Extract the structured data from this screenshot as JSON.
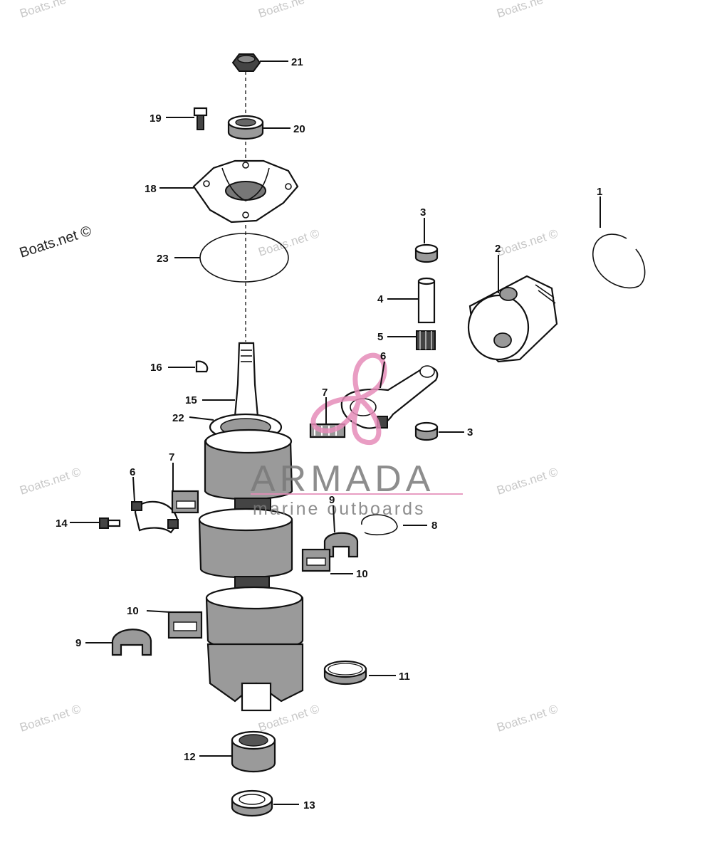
{
  "diagram": {
    "callouts": [
      {
        "id": "c1",
        "text": "1"
      },
      {
        "id": "c2",
        "text": "2"
      },
      {
        "id": "c3a",
        "text": "3"
      },
      {
        "id": "c3b",
        "text": "3"
      },
      {
        "id": "c4",
        "text": "4"
      },
      {
        "id": "c5",
        "text": "5"
      },
      {
        "id": "c6a",
        "text": "6"
      },
      {
        "id": "c6b",
        "text": "6"
      },
      {
        "id": "c7a",
        "text": "7"
      },
      {
        "id": "c7b",
        "text": "7"
      },
      {
        "id": "c8",
        "text": "8"
      },
      {
        "id": "c9a",
        "text": "9"
      },
      {
        "id": "c9b",
        "text": "9"
      },
      {
        "id": "c10a",
        "text": "10"
      },
      {
        "id": "c10b",
        "text": "10"
      },
      {
        "id": "c11",
        "text": "11"
      },
      {
        "id": "c12",
        "text": "12"
      },
      {
        "id": "c13",
        "text": "13"
      },
      {
        "id": "c14",
        "text": "14"
      },
      {
        "id": "c15",
        "text": "15"
      },
      {
        "id": "c16",
        "text": "16"
      },
      {
        "id": "c18",
        "text": "18"
      },
      {
        "id": "c19",
        "text": "19"
      },
      {
        "id": "c20",
        "text": "20"
      },
      {
        "id": "c21",
        "text": "21"
      },
      {
        "id": "c22",
        "text": "22"
      },
      {
        "id": "c23",
        "text": "23"
      }
    ]
  },
  "watermarks": {
    "boats_net": "Boats.net ©",
    "boats_net_top": "Boats.ne",
    "brand_name": "ARMADA",
    "brand_tagline": "marine outboards",
    "colors": {
      "brand_pink": "#e58cb8",
      "brand_gray": "#7a7a7a",
      "boats_gray": "#c8c8c8"
    }
  }
}
